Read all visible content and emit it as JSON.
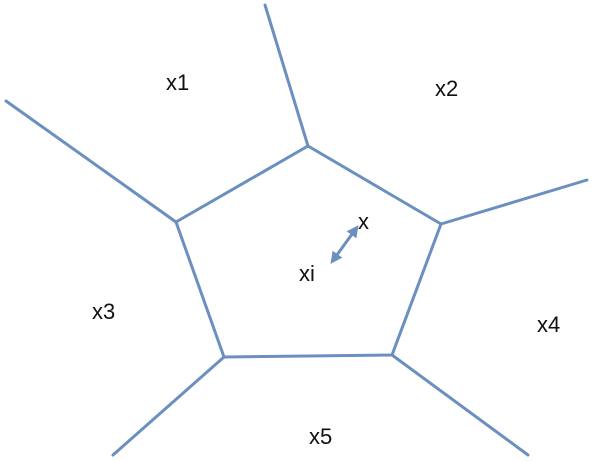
{
  "diagram": {
    "labels": {
      "x1": "x1",
      "x2": "x2",
      "x3": "x3",
      "x4": "x4",
      "x5": "x5",
      "xi": "xi",
      "x": "x"
    },
    "colors": {
      "edge": "#6b8fbf",
      "arrow": "#6b8fbf",
      "text": "#111111",
      "background": "#ffffff"
    }
  }
}
